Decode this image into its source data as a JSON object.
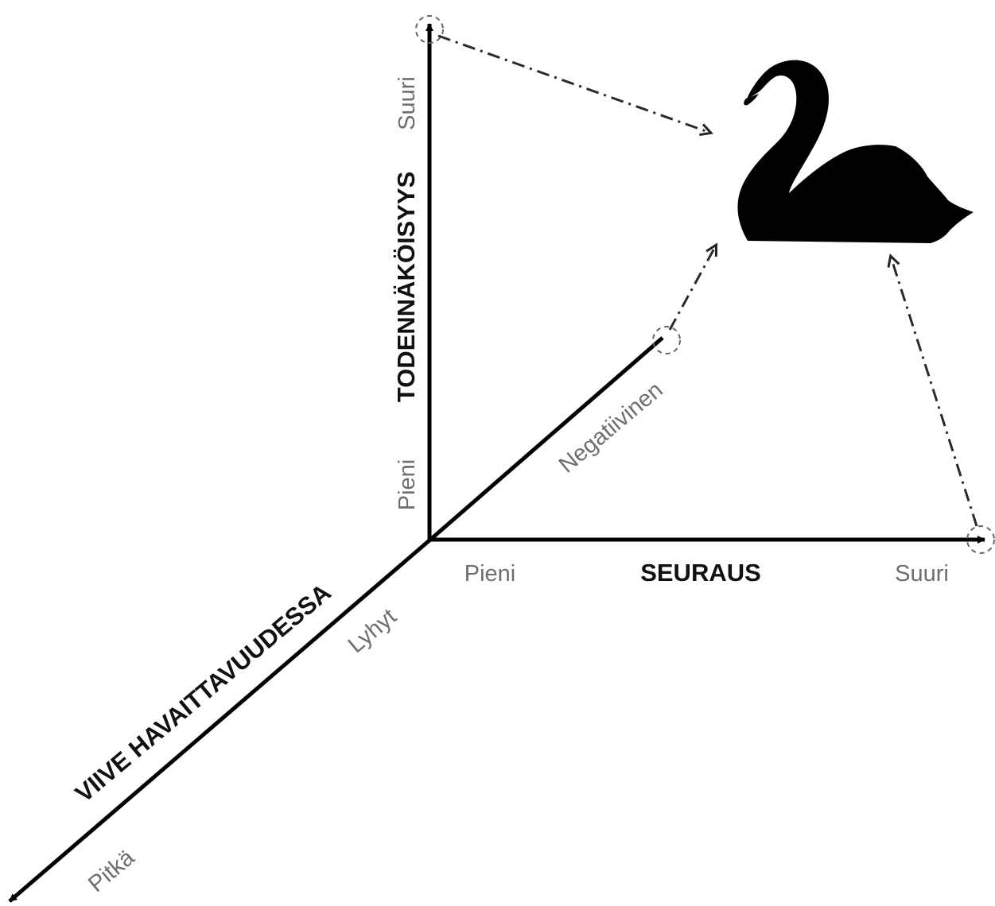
{
  "axes": {
    "vertical": {
      "title": "TODENNÄKÖISYYS",
      "low": "Pieni",
      "high": "Suuri"
    },
    "horizontal": {
      "title": "SEURAUS",
      "low": "Pieni",
      "high": "Suuri"
    },
    "depth": {
      "title": "VIIVE HAVAITTAVUUDESSA",
      "near": "Lyhyt",
      "far": "Pitkä"
    },
    "diagonal": {
      "label": "Negatiivinen"
    }
  },
  "icons": {
    "swan": "black-swan-icon"
  },
  "colors": {
    "axis": "#000000",
    "tick_text": "#6e6e6e",
    "swan": "#000000"
  }
}
